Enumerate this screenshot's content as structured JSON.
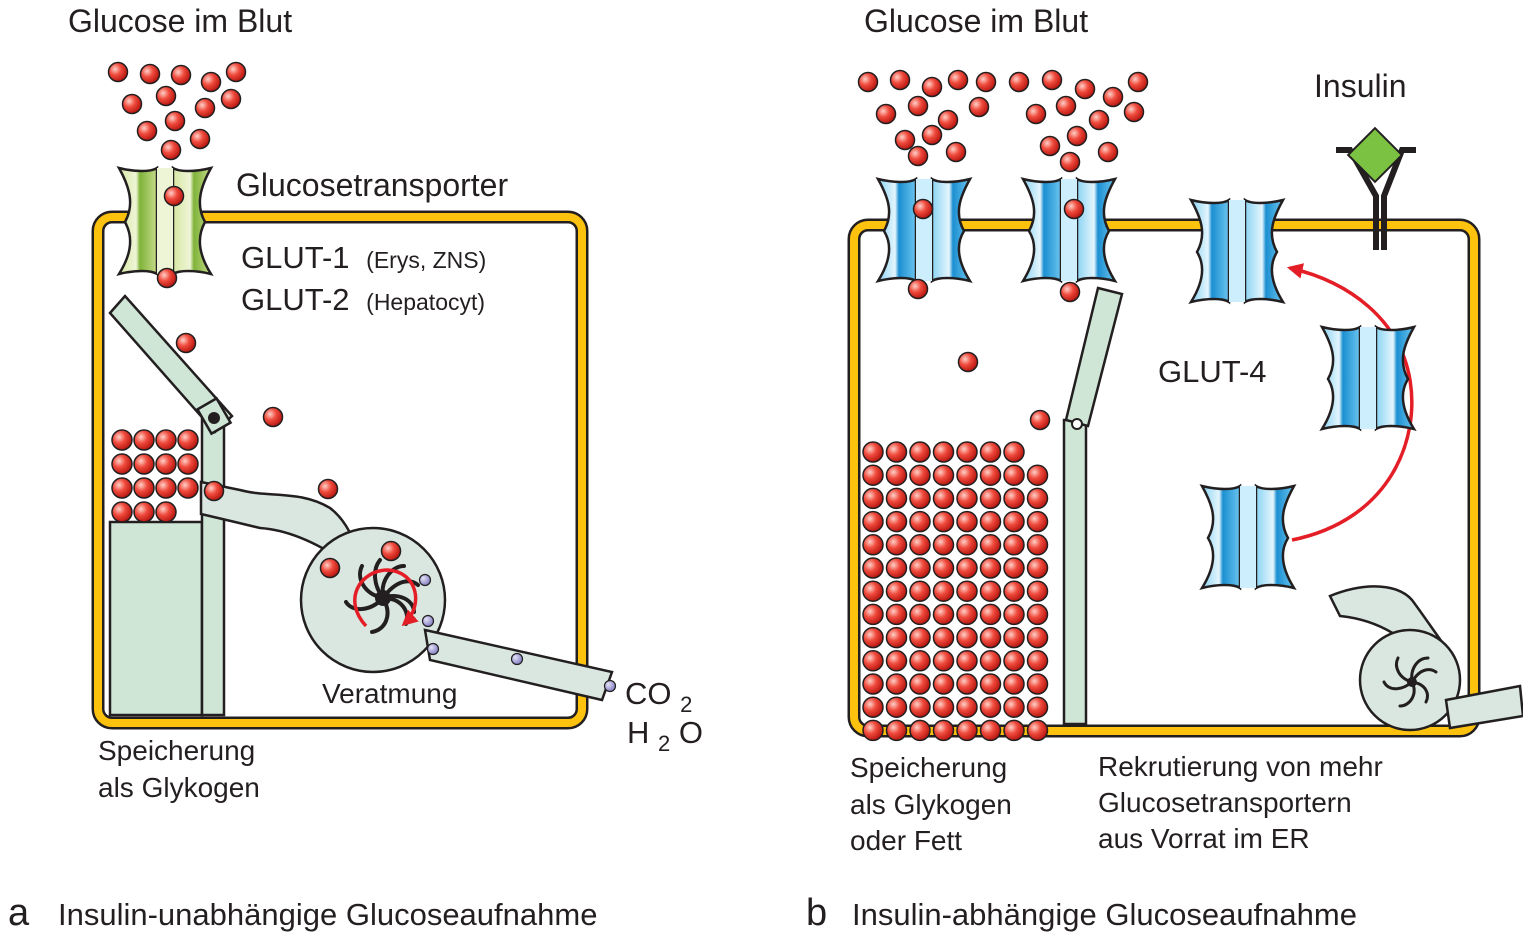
{
  "panel_a": {
    "top_label": "Glucose im Blut",
    "transporter_label": "Glucosetransporter",
    "glut1": "GLUT-1",
    "glut1_note": "(Erys, ZNS)",
    "glut2": "GLUT-2",
    "glut2_note": "(Hepatocyt)",
    "respiration_label": "Veratmung",
    "co2": "CO",
    "co2_sub": "2",
    "h2o_h": "H",
    "h2o_sub": "2",
    "h2o_o": "O",
    "storage_line1": "Speicherung",
    "storage_line2": "als Glykogen",
    "caption_letter": "a",
    "caption_text": "Insulin-unabhängige Glucoseaufnahme"
  },
  "panel_b": {
    "top_label": "Glucose im Blut",
    "insulin_label": "Insulin",
    "glut4": "GLUT-4",
    "storage_line1": "Speicherung",
    "storage_line2": "als Glykogen",
    "storage_line3": "oder Fett",
    "recruit_line1": "Rekrutierung von mehr",
    "recruit_line2": "Glucosetransportern",
    "recruit_line3": "aus Vorrat im ER",
    "caption_letter": "b",
    "caption_text": "Insulin-abhängige Glucoseaufnahme"
  },
  "colors": {
    "membrane": "#fcc20e",
    "glucose": "#e8302a",
    "transporter_green": "#c7dc8a",
    "transporter_blue": "#6cc5ef",
    "storage_fill": "#cfe6d6",
    "arrow_red": "#e41e26",
    "insulin_green": "#7cc242",
    "metabolite_purple": "#a9a6d8"
  }
}
